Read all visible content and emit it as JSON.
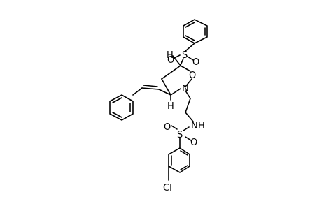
{
  "atoms": {
    "sulfonyl_s": "S",
    "sulfonyl_o_left": "O",
    "sulfonyl_o_right": "O",
    "ring_o": "O",
    "ring_n": "N",
    "h5": "H",
    "h3": "H",
    "amide_n": "N",
    "amide_h": "H",
    "sulfonamide_s": "S",
    "sulfonamide_o_left": "O",
    "sulfonamide_o_right": "O",
    "chlorine": "Cl"
  }
}
